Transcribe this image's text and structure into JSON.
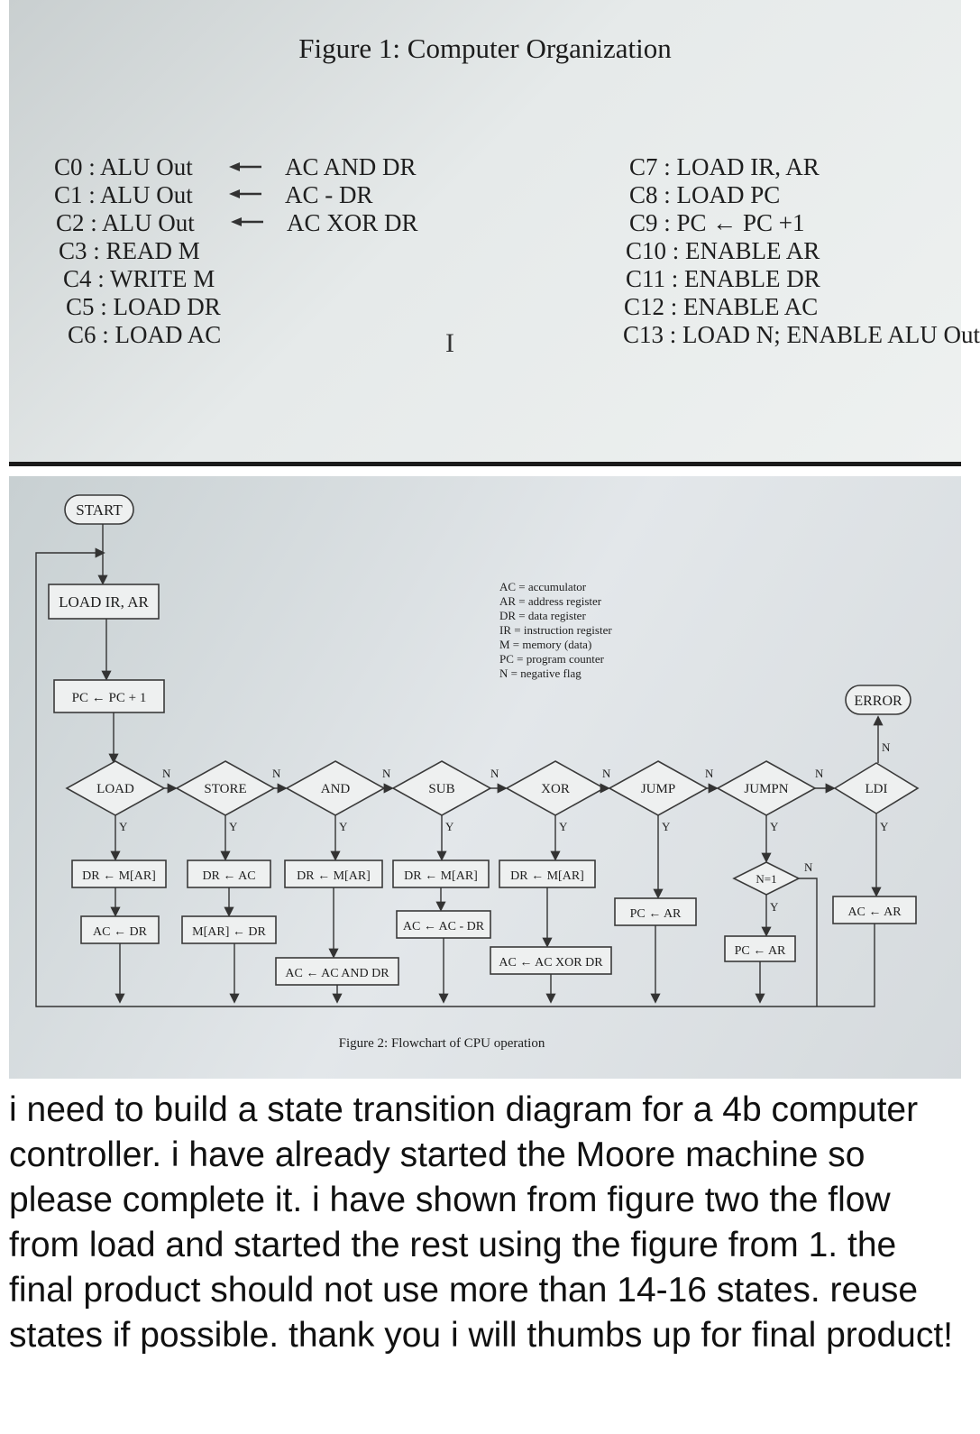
{
  "figure1": {
    "title": "Figure 1: Computer Organization",
    "controls_left": [
      {
        "code": "C0 : ALU Out",
        "op": "AC AND DR"
      },
      {
        "code": "C1 : ALU Out",
        "op": "AC - DR"
      },
      {
        "code": "C2 : ALU Out",
        "op": "AC XOR DR"
      },
      {
        "code": "C3 : READ M",
        "op": ""
      },
      {
        "code": "C4 : WRITE M",
        "op": ""
      },
      {
        "code": "C5 : LOAD DR",
        "op": ""
      },
      {
        "code": "C6 : LOAD AC",
        "op": ""
      }
    ],
    "controls_right": [
      "C7 : LOAD IR, AR",
      "C8 : LOAD PC",
      "C9 : PC ← PC +1",
      "C10 : ENABLE AR",
      "C11 : ENABLE DR",
      "C12 : ENABLE AC",
      "C13 : LOAD N; ENABLE ALU Out"
    ]
  },
  "figure2": {
    "caption": "Figure 2: Flowchart of CPU operation",
    "start": "START",
    "load_ir": "LOAD IR, AR",
    "pc_inc": "PC ← PC + 1",
    "error": "ERROR",
    "legend": [
      "AC = accumulator",
      "AR = address register",
      "DR = data register",
      "IR = instruction register",
      "M = memory (data)",
      "PC = program counter",
      "N = negative flag"
    ],
    "decisions": [
      "LOAD",
      "STORE",
      "AND",
      "SUB",
      "XOR",
      "JUMP",
      "JUMPN",
      "LDI"
    ],
    "yes": "Y",
    "no": "N",
    "nflag_test": "N=1",
    "ops": {
      "load1": "DR ← M[AR]",
      "load2": "AC ← DR",
      "store1": "DR ← AC",
      "store2": "M[AR] ← DR",
      "and1": "DR ← M[AR]",
      "and2": "AC ← AC AND DR",
      "sub1": "DR ← M[AR]",
      "sub2": "AC ← AC - DR",
      "xor1": "DR ← M[AR]",
      "xor2": "AC ← AC XOR DR",
      "jump1": "PC ← AR",
      "jumpn1": "PC ← AR",
      "ldi1": "AC ← AR"
    }
  },
  "question": "i need to build a state transition diagram for a 4b computer controller. i have already started the Moore machine so please complete it. i have shown from figure two the flow from load and started the rest using the figure from 1. the final product should not use more than 14-16 states. reuse states if possible. thank you i will thumbs up for final product!"
}
